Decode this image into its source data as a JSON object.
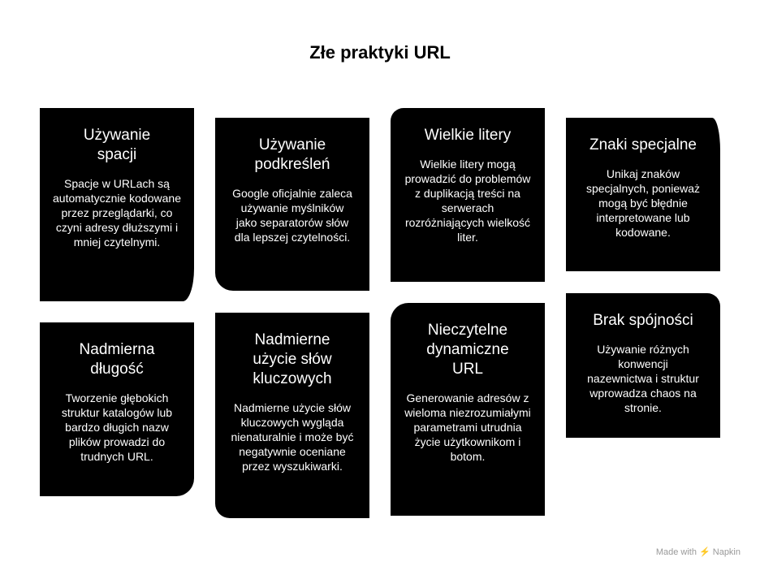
{
  "title": "Złe praktyki URL",
  "cards": [
    {
      "title": "Używanie spacji",
      "text": "Spacje w URLach są automatycznie kodowane przez przeglądarki, co czyni adresy dłuższymi i mniej czytelnymi."
    },
    {
      "title": "Używanie podkreśleń",
      "text": "Google oficjalnie zaleca używanie myślników jako separatorów słów dla lepszej czytelności."
    },
    {
      "title": "Wielkie litery",
      "text": "Wielkie litery mogą prowadzić do problemów z duplikacją treści na serwerach rozróżniających wielkość liter."
    },
    {
      "title": "Znaki specjalne",
      "text": "Unikaj znaków specjalnych, ponieważ mogą być błędnie interpretowane lub kodowane."
    },
    {
      "title": "Nadmierna długość",
      "text": "Tworzenie głębokich struktur katalogów lub bardzo długich nazw plików prowadzi do trudnych URL."
    },
    {
      "title": "Nadmierne użycie słów kluczowych",
      "text": "Nadmierne użycie słów kluczowych wygląda nienaturalnie i może być negatywnie oceniane przez wyszukiwarki."
    },
    {
      "title": "Nieczytelne dynamiczne URL",
      "text": "Generowanie adresów z wieloma niezrozumiałymi parametrami utrudnia życie użytkownikom i botom."
    },
    {
      "title": "Brak spójności",
      "text": "Używanie różnych konwencji nazewnictwa i struktur wprowadza chaos na stronie."
    }
  ],
  "footer": "Made with ⚡ Napkin"
}
